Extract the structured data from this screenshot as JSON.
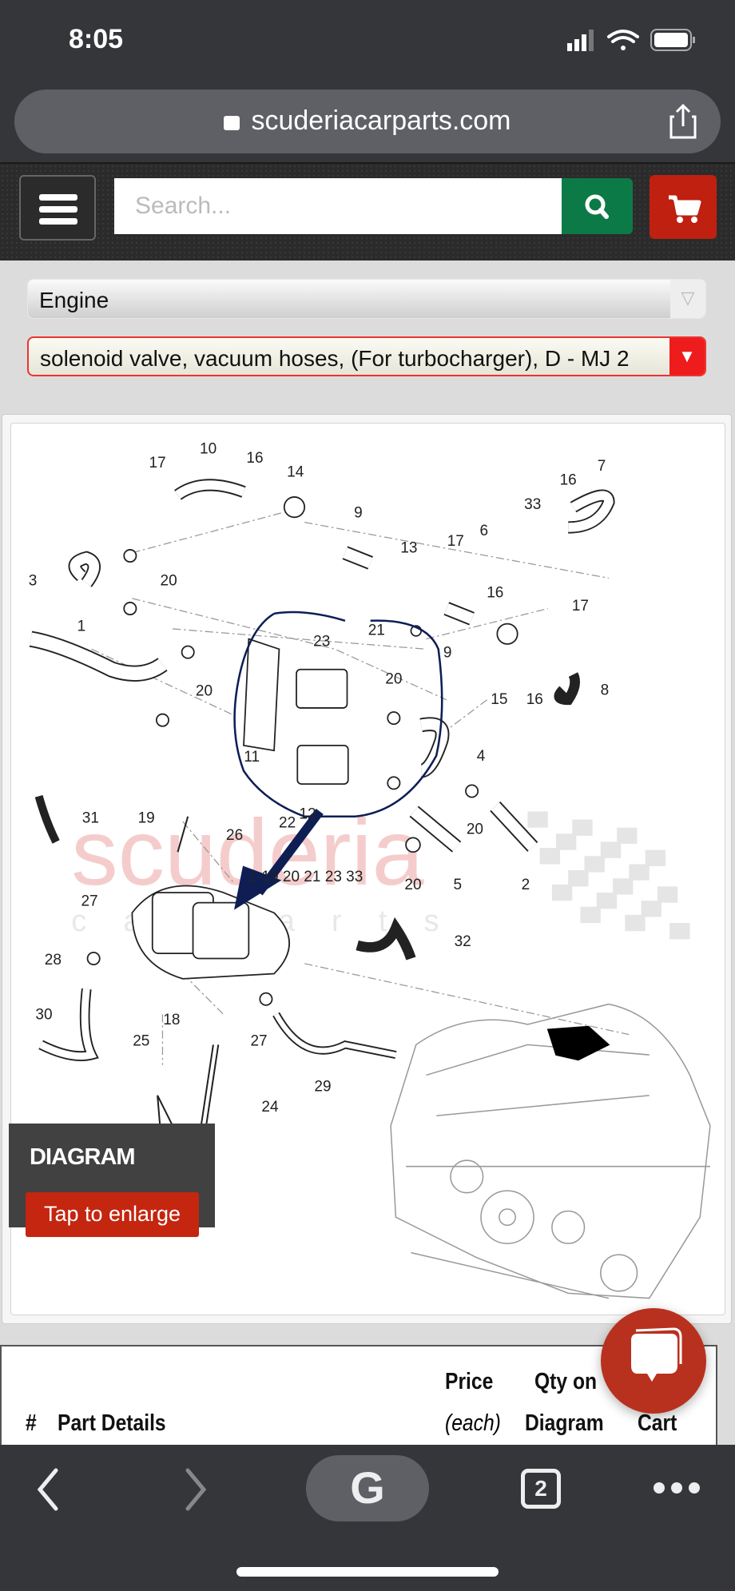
{
  "status_bar": {
    "time": "8:05",
    "signal": "signal-icon",
    "wifi": "wifi-icon",
    "battery": "battery-icon"
  },
  "browser": {
    "url": "scuderiacarparts.com",
    "tab_count": "2",
    "google_label": "G"
  },
  "site_nav": {
    "search_placeholder": "Search...",
    "accent_search": "#0c7a46",
    "accent_cart": "#c0200f"
  },
  "filters": {
    "category": "Engine",
    "subcategory": "solenoid valve, vacuum hoses, (For turbocharger), D - MJ 2"
  },
  "diagram": {
    "overlay_title": "DIAGRAM",
    "enlarge_label": "Tap to enlarge",
    "watermark_brand": "scuderia",
    "watermark_sub": "c a r p a r t s",
    "callouts": [
      "17",
      "10",
      "16",
      "14",
      "9",
      "13",
      "17",
      "6",
      "33",
      "16",
      "7",
      "3",
      "20",
      "17",
      "16",
      "1",
      "21",
      "23",
      "9",
      "20",
      "20",
      "8",
      "15",
      "16",
      "11",
      "4",
      "12",
      "20",
      "31",
      "19",
      "26",
      "22",
      "1-19 20 21 23 33",
      "27",
      "20",
      "5",
      "2",
      "32",
      "28",
      "18",
      "30",
      "25",
      "27",
      "29",
      "24"
    ]
  },
  "table": {
    "col_num": "#",
    "col_details": "Part Details",
    "col_price": "Price",
    "col_price_sub": "(each)",
    "col_qty_top": "Qty on",
    "col_qty_bottom": "Diagram",
    "col_cart": "Cart"
  }
}
